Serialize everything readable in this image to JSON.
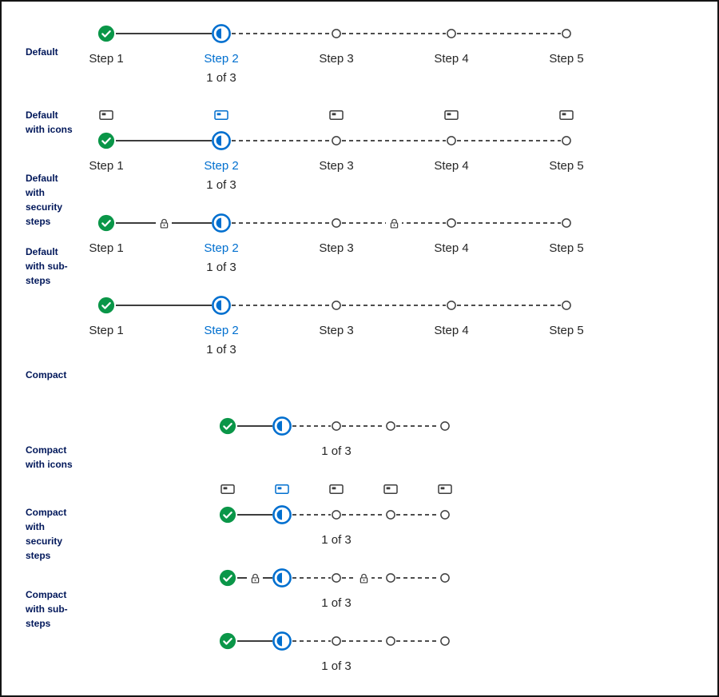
{
  "colors": {
    "accent_blue": "#006fcf",
    "success_green": "#0a9648",
    "variant_label_navy": "#00175a",
    "step_text": "#262626",
    "connector_dark": "#3d3d3d",
    "background": "#ffffff",
    "frame_border": "#141414"
  },
  "rows": [
    {
      "label": "Default",
      "variant": "default",
      "steps": [
        {
          "label": "Step 1",
          "state": "complete"
        },
        {
          "label": "Step 2",
          "state": "current",
          "sublabel": "1 of 3"
        },
        {
          "label": "Step 3",
          "state": "upcoming"
        },
        {
          "label": "Step 4",
          "state": "upcoming"
        },
        {
          "label": "Step 5",
          "state": "upcoming"
        }
      ]
    },
    {
      "label": "Default with icons",
      "variant": "default",
      "step_icons": "credit-card",
      "steps": [
        {
          "label": "Step 1",
          "state": "complete"
        },
        {
          "label": "Step 2",
          "state": "current",
          "sublabel": "1 of 3"
        },
        {
          "label": "Step 3",
          "state": "upcoming"
        },
        {
          "label": "Step 4",
          "state": "upcoming"
        },
        {
          "label": "Step 5",
          "state": "upcoming"
        }
      ]
    },
    {
      "label": "Default with security steps",
      "variant": "default",
      "security_locks": [
        "between step 1 and step 2",
        "between step 3 and step 4"
      ],
      "steps": [
        {
          "label": "Step 1",
          "state": "complete"
        },
        {
          "label": "Step 2",
          "state": "current",
          "sublabel": "1 of 3"
        },
        {
          "label": "Step 3",
          "state": "upcoming"
        },
        {
          "label": "Step 4",
          "state": "upcoming"
        },
        {
          "label": "Step 5",
          "state": "upcoming"
        }
      ]
    },
    {
      "label": "Default with sub-steps",
      "variant": "default",
      "steps": [
        {
          "label": "Step 1",
          "state": "complete"
        },
        {
          "label": "Step 2",
          "state": "current",
          "sublabel": "1 of 3"
        },
        {
          "label": "Step 3",
          "state": "upcoming"
        },
        {
          "label": "Step 4",
          "state": "upcoming"
        },
        {
          "label": "Step 5",
          "state": "upcoming"
        }
      ]
    },
    {
      "label": "Compact",
      "variant": "compact",
      "sublabel": "1 of 3",
      "steps": [
        {
          "state": "complete"
        },
        {
          "state": "current"
        },
        {
          "state": "upcoming"
        },
        {
          "state": "upcoming"
        },
        {
          "state": "upcoming"
        }
      ]
    },
    {
      "label": "Compact with icons",
      "variant": "compact",
      "step_icons": "credit-card",
      "sublabel": "1 of 3",
      "steps": [
        {
          "state": "complete"
        },
        {
          "state": "current"
        },
        {
          "state": "upcoming"
        },
        {
          "state": "upcoming"
        },
        {
          "state": "upcoming"
        }
      ]
    },
    {
      "label": "Compact with security steps",
      "variant": "compact",
      "security_locks": [
        "between step 1 and step 2",
        "between step 3 and step 4"
      ],
      "sublabel": "1 of 3",
      "steps": [
        {
          "state": "complete"
        },
        {
          "state": "current"
        },
        {
          "state": "upcoming"
        },
        {
          "state": "upcoming"
        },
        {
          "state": "upcoming"
        }
      ]
    },
    {
      "label": "Compact with sub-steps",
      "variant": "compact",
      "sublabel": "1 of 3",
      "steps": [
        {
          "state": "complete"
        },
        {
          "state": "current"
        },
        {
          "state": "upcoming"
        },
        {
          "state": "upcoming"
        },
        {
          "state": "upcoming"
        }
      ]
    }
  ]
}
